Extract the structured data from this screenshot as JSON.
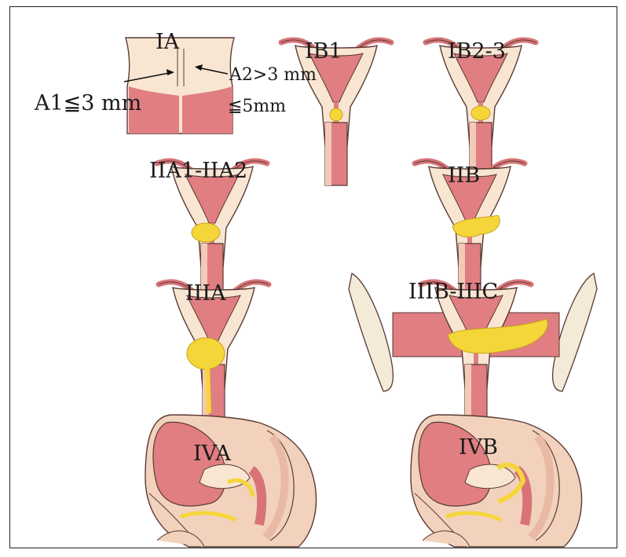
{
  "figure": {
    "stages": {
      "ia": "IA",
      "ib1": "IB1",
      "ib2_3": "IB2-3",
      "iia": "IIA1-IIA2",
      "iib": "IIB",
      "iiia": "IIIA",
      "iiib_iiic": "IIIB-IIIC",
      "iva": "IVA",
      "ivb": "IVB"
    },
    "annotations": {
      "a1": "A1≦3 mm",
      "a2": "A2>3 mm",
      "depth": "≦5mm"
    },
    "colors": {
      "tissue_pink": "#e07e82",
      "tissue_light": "#f8e6d2",
      "outline": "#5a3a34",
      "tumor_yellow": "#f5d63a",
      "bone": "#f3ead8",
      "skin": "#f2d2bc"
    }
  }
}
